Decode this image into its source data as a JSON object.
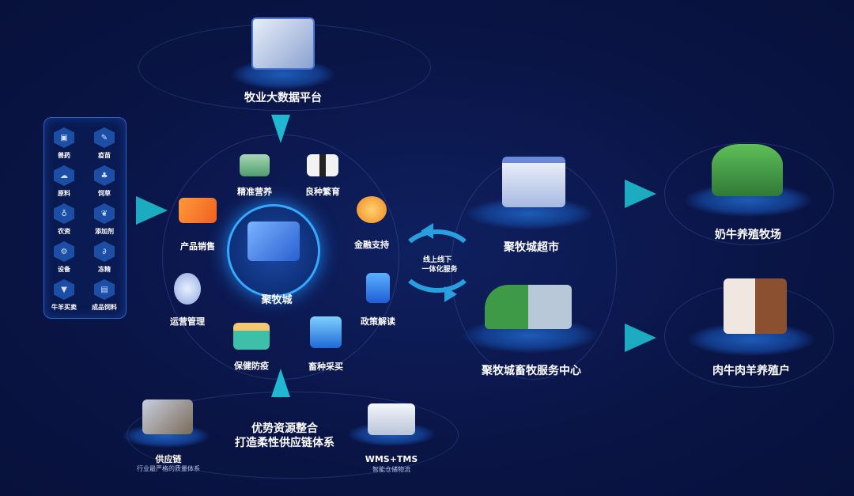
{
  "top": {
    "title": "牧业大数据平台"
  },
  "center": {
    "title": "聚牧城"
  },
  "ring": [
    {
      "label": "精准营养",
      "icon": "greenhouse-icon",
      "color": "#6fbf8a"
    },
    {
      "label": "良种繁育",
      "icon": "cow-icon",
      "color": "#e8e8e8"
    },
    {
      "label": "金融支持",
      "icon": "finance-chart-icon",
      "color": "#f0a030"
    },
    {
      "label": "政策解读",
      "icon": "document-icon",
      "color": "#3a8ef0"
    },
    {
      "label": "畜种采买",
      "icon": "purchase-icon",
      "color": "#3aa8f0"
    },
    {
      "label": "保健防疫",
      "icon": "medical-kit-icon",
      "color": "#40c0a0"
    },
    {
      "label": "运营管理",
      "icon": "operator-icon",
      "color": "#b8c8f0"
    },
    {
      "label": "产品销售",
      "icon": "buy-sell-icon",
      "color": "#f58a2a"
    }
  ],
  "left_panel": [
    {
      "label": "兽药",
      "icon": "medicine-bottle-icon"
    },
    {
      "label": "疫苗",
      "icon": "syringe-icon"
    },
    {
      "label": "原料",
      "icon": "raw-material-icon"
    },
    {
      "label": "饲草",
      "icon": "grass-icon"
    },
    {
      "label": "农资",
      "icon": "farm-supply-icon"
    },
    {
      "label": "添加剂",
      "icon": "additive-icon"
    },
    {
      "label": "设备",
      "icon": "gear-icon"
    },
    {
      "label": "冻精",
      "icon": "frozen-semen-icon"
    },
    {
      "label": "牛羊买卖",
      "icon": "trade-icon"
    },
    {
      "label": "成品饲料",
      "icon": "feed-bag-icon"
    }
  ],
  "cycle": {
    "line1": "线上线下",
    "line2": "一体化服务"
  },
  "nodes": {
    "supermarket": "聚牧城超市",
    "service_center": "聚牧城畜牧服务中心",
    "dairy_farm": "奶牛养殖牧场",
    "beef_farm": "肉牛肉羊养殖户"
  },
  "bottom": {
    "line1": "优势资源整合",
    "line2": "打造柔性供应链体系",
    "supply_chain": {
      "title": "供应链",
      "sub": "行业最严格的质量体系"
    },
    "wms": {
      "title": "WMS+TMS",
      "sub": "智能仓储物流"
    }
  },
  "colors": {
    "accent": "#1fc6d6",
    "bg": "#0a1547"
  }
}
